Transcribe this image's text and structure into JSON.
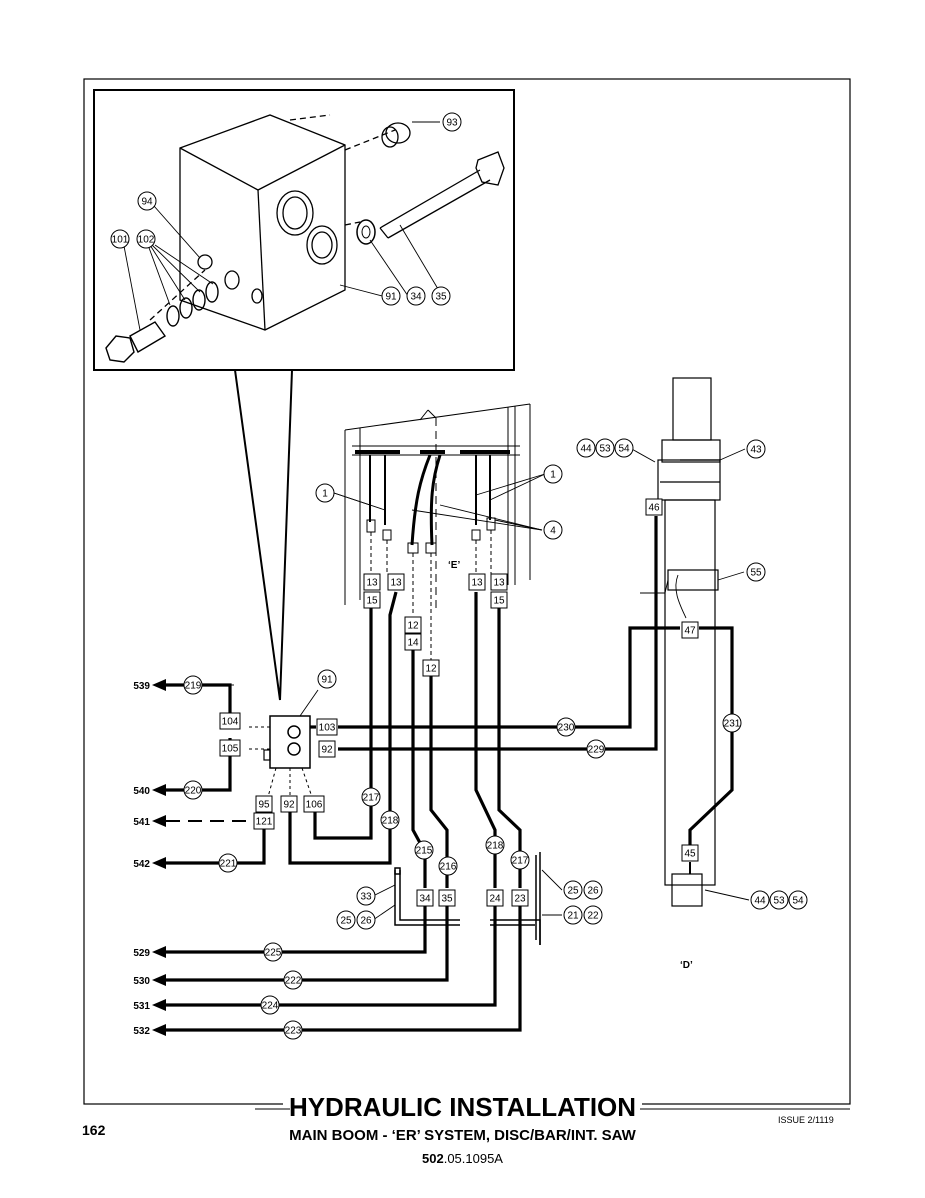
{
  "title": "HYDRAULIC INSTALLATION",
  "subtitle": "MAIN BOOM - ‘ER’ SYSTEM, DISC/BAR/INT. SAW",
  "part_number_prefix": "502",
  "part_number_suffix": ".05.1095A",
  "page_number": "162",
  "issue": "ISSUE 2/1119",
  "view_labels": {
    "e": "‘E’",
    "d": "‘D’"
  },
  "ports": [
    "539",
    "540",
    "541",
    "542",
    "529",
    "530",
    "531",
    "532"
  ],
  "callouts": {
    "c93": "93",
    "c94": "94",
    "c101": "101",
    "c102": "102",
    "c91a": "91",
    "c34a": "34",
    "c35a": "35",
    "c1a": "1",
    "c1b": "1",
    "c4": "4",
    "c44a": "44",
    "c53a": "53",
    "c54a": "54",
    "c43": "43",
    "c55": "55",
    "c91b": "91",
    "c219": "219",
    "c220": "220",
    "c221": "221",
    "c217a": "217",
    "c218a": "218",
    "c215": "215",
    "c216": "216",
    "c218b": "218",
    "c217b": "217",
    "c33": "33",
    "c25a": "25",
    "c26a": "26",
    "c25b": "25",
    "c26b": "26",
    "c21": "21",
    "c22": "22",
    "c230": "230",
    "c229": "229",
    "c231": "231",
    "c225": "225",
    "c222": "222",
    "c224": "224",
    "c223": "223",
    "c44b": "44",
    "c53b": "53",
    "c54b": "54"
  },
  "boxes": {
    "b13a": "13",
    "b15a": "15",
    "b13b": "13",
    "b12a": "12",
    "b14": "14",
    "b12b": "12",
    "b13c": "13",
    "b13d": "13",
    "b15b": "15",
    "b104": "104",
    "b105": "105",
    "b103": "103",
    "b92a": "92",
    "b95": "95",
    "b92b": "92",
    "b106": "106",
    "b121": "121",
    "b34": "34",
    "b35": "35",
    "b24": "24",
    "b23": "23",
    "b46": "46",
    "b47": "47",
    "b45": "45"
  }
}
